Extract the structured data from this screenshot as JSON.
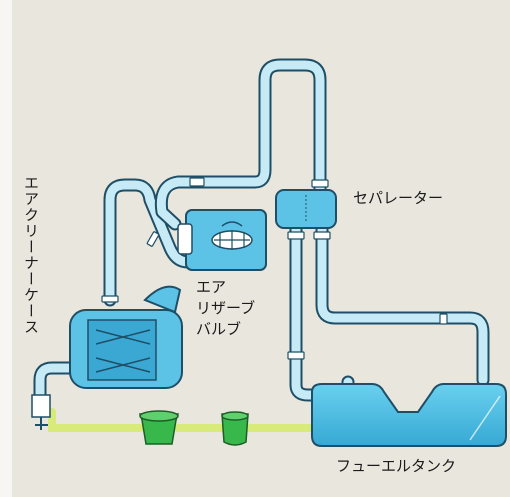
{
  "labels": {
    "air_cleaner_case": "エアクリーナーケース",
    "separator": "セパレーター",
    "air_reserve_valve_line1": "エア",
    "air_reserve_valve_line2": "リザーブ",
    "air_reserve_valve_line3": "バルブ",
    "fuel_tank": "フューエルタンク"
  },
  "colors": {
    "background": "#e9e6dd",
    "component_fill": "#5cc3e6",
    "component_dark": "#2f9fcb",
    "pipe_fill": "#c7ebf6",
    "pipe_outline": "#1f4f66",
    "fuel_line": "#d8ea7a",
    "charcoal_canister": "#38b84a"
  },
  "icons": [
    "bolt-clamp-icon",
    "drain-icon"
  ]
}
